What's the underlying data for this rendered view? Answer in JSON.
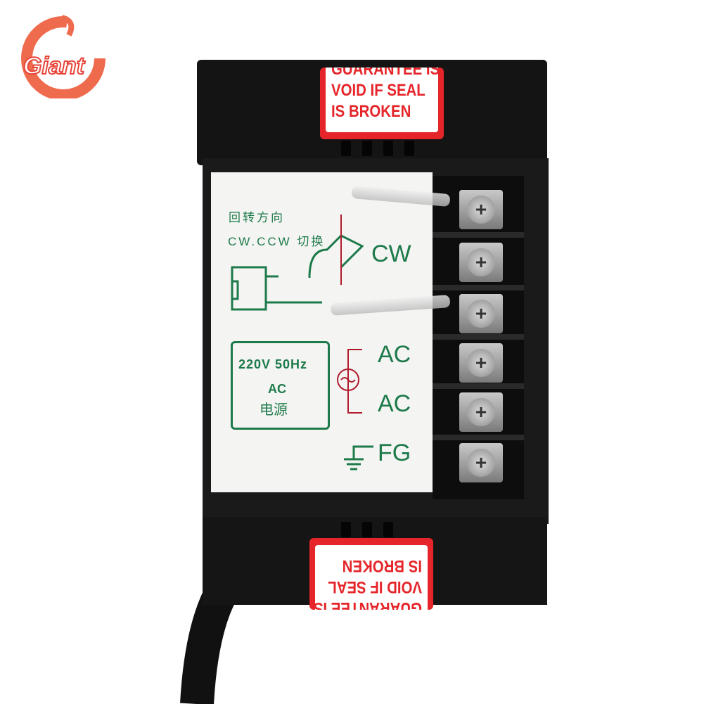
{
  "logo": {
    "text": "Giant",
    "color": "#e8453a"
  },
  "top_sticker": {
    "lines": [
      "GUARANTEE IS",
      "VOID IF SEAL",
      "IS BROKEN"
    ],
    "color": "#e5252a"
  },
  "bottom_sticker": {
    "lines": [
      "IS BROKEN",
      "VOID IF SEAL",
      "GUARANTEE IS"
    ]
  },
  "label": {
    "title_cn": "回转方向",
    "switch_text": "CW.CCW 切换",
    "cw": "CW",
    "voltage": "220V 50Hz",
    "ac_box": "AC",
    "power_cn": "电源",
    "ac_top": "AC",
    "ac_bottom": "AC",
    "fg": "FG",
    "text_color": "#1d7a4a"
  },
  "terminals": {
    "count": 6
  }
}
